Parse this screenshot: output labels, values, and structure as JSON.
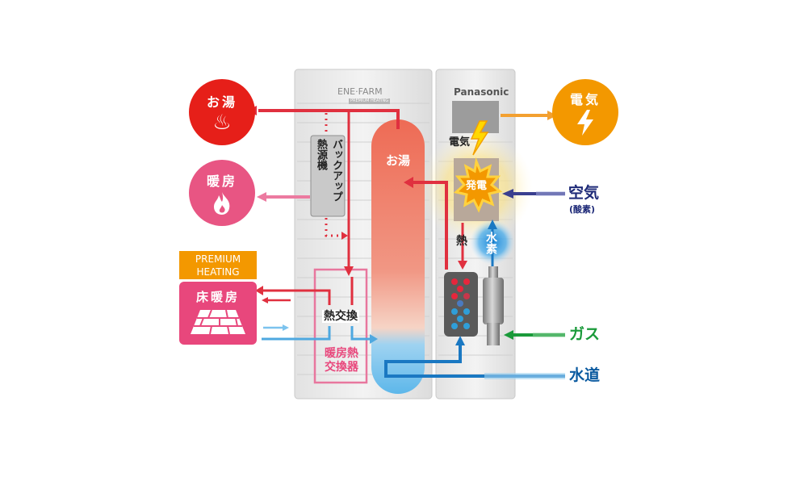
{
  "outputs": {
    "hot_water": {
      "label": "お湯",
      "color": "#e61f19",
      "icon": "steam-icon"
    },
    "space_heating": {
      "label": "暖房",
      "color": "#e85583",
      "icon": "flame-icon"
    },
    "electricity": {
      "label": "電気",
      "color": "#f39800",
      "icon": "lightning-icon"
    }
  },
  "premium_badge": {
    "line1": "PREMIUM",
    "line2": "HEATING",
    "color": "#f39800"
  },
  "floor_heating": {
    "label": "床暖房",
    "color": "#e8477c",
    "icon": "floor-tiles-icon"
  },
  "unit": {
    "brand": "ENE·FARM",
    "brand_sub": "PREMIUM HEATING",
    "maker": "Panasonic",
    "tank_label": "お湯",
    "backup_heater_lines": [
      "バックアップ",
      "熱源機"
    ],
    "heat_exchange_label": "熱交換",
    "heating_exchanger_lines": [
      "暖房熱",
      "交換器"
    ],
    "generation_label": "発電",
    "inner_electricity_label": "電気",
    "heat_label": "熱",
    "hydrogen_label": "水素"
  },
  "inputs": {
    "air": {
      "label": "空気",
      "sub": "(酸素)",
      "color": "#1e2a78"
    },
    "gas": {
      "label": "ガス",
      "color": "#1a9a3a"
    },
    "water": {
      "label": "水道",
      "color": "#0a5aa0"
    }
  }
}
